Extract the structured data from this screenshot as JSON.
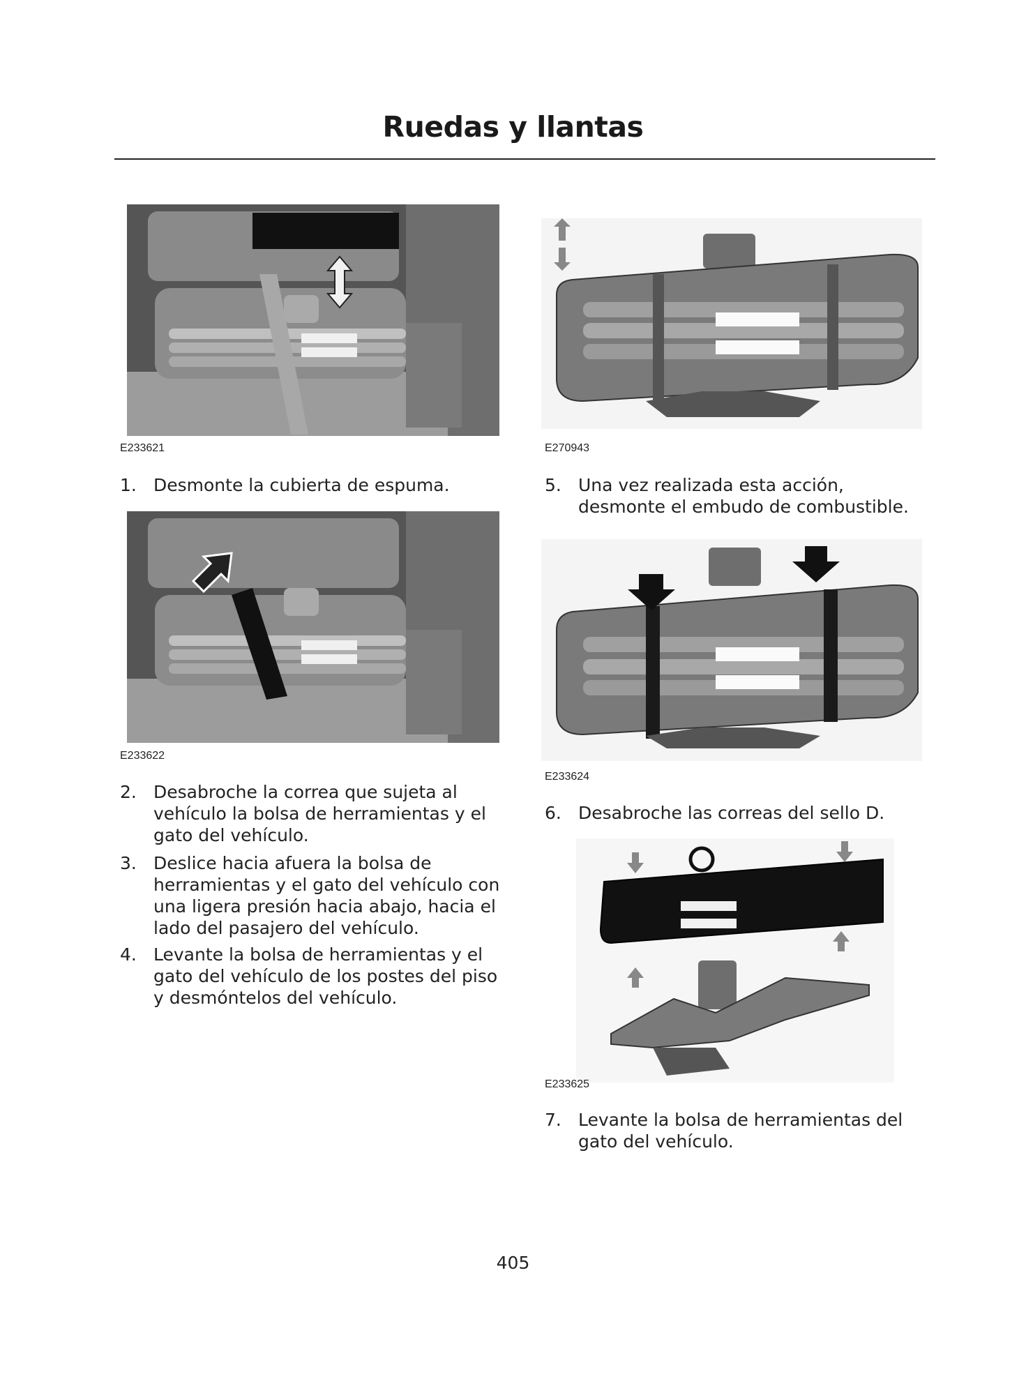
{
  "header": {
    "title": "Ruedas y llantas"
  },
  "figures": [
    {
      "code": "E233621",
      "icon": "double-arrow-updown"
    },
    {
      "code": "E270943",
      "icon": "updown-arrow"
    },
    {
      "code": "E233622",
      "icon": "diagonal-arrow"
    },
    {
      "code": "E233624",
      "icon": "down-arrows"
    },
    {
      "code": "E233625",
      "icon": "separation-arrows"
    }
  ],
  "steps": [
    {
      "num": "1.",
      "text": "Desmonte la cubierta de espuma."
    },
    {
      "num": "2.",
      "text": "Desabroche la correa que sujeta al vehículo la bolsa de herramientas y el gato del vehículo."
    },
    {
      "num": "3.",
      "text": "Deslice hacia afuera la bolsa de herramientas y el gato del vehículo con una ligera presión hacia abajo, hacia el lado del pasajero del vehículo."
    },
    {
      "num": "4.",
      "text": "Levante la bolsa de herramientas y el gato del vehículo de los postes del piso y desmóntelos del vehículo."
    },
    {
      "num": "5.",
      "text": "Una vez realizada esta acción, desmonte el embudo de combustible."
    },
    {
      "num": "6.",
      "text": "Desabroche las correas del sello D."
    },
    {
      "num": "7.",
      "text": "Levante la bolsa de herramientas del gato del vehículo."
    }
  ],
  "footer": {
    "page_number": "405"
  }
}
